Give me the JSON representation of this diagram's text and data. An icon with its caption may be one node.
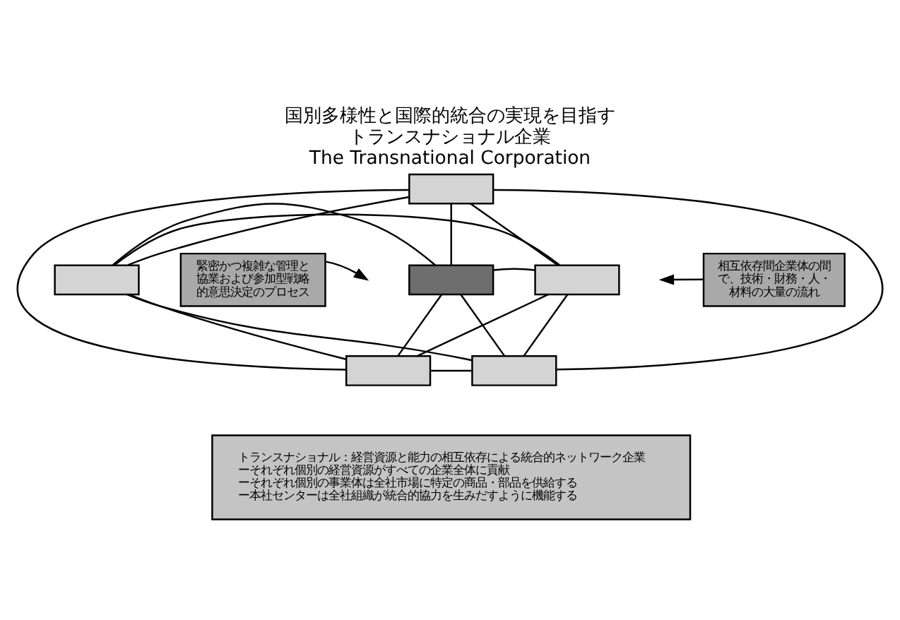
{
  "diagram": {
    "title": "国別多様性と国際的統合の実現を目指すトランスナショナル企業 The Transnational Corporation",
    "nodes": [
      {
        "text": [],
        "shape": "box"
      },
      {
        "text": [],
        "shape": "box"
      },
      {
        "text": [],
        "shape": "box"
      },
      {
        "text": [],
        "shape": "box"
      },
      {
        "text": [],
        "shape": "box"
      },
      {
        "text": [],
        "shape": "box"
      },
      {
        "text": [
          "緊密かつ複雑な管理と協業および参加型戦略的意思決定のプロセス"
        ]
      },
      {
        "text": [
          "相互依存間企業体の間で、技術・財務・人・材料の大量の流れ"
        ]
      },
      {
        "text": [
          "トランスナショナル：経営資源と能力の相互依存による統合的ネットワーク企業",
          "ーそれぞれ個別の経営資源がすべての企業全体に貢献",
          "ーそれぞれ個別の事業体は全社市場に特定の商品・部品を供給する",
          "ー本社センターは全社組織が統合的協力を生みだすように機能する"
        ]
      }
    ],
    "edges": [
      {
        "from": 0,
        "to": 1,
        "arrow": "none"
      },
      {
        "from": 0,
        "to": 2,
        "arrow": "none"
      },
      {
        "from": 0,
        "to": 3,
        "arrow": "none"
      },
      {
        "from": 0,
        "to": 4,
        "arrow": "none"
      },
      {
        "from": 0,
        "to": 5,
        "arrow": "none"
      },
      {
        "from": 1,
        "to": 2,
        "arrow": "none"
      },
      {
        "from": 1,
        "to": 3,
        "arrow": "none"
      },
      {
        "from": 1,
        "to": 4,
        "arrow": "none"
      },
      {
        "from": 1,
        "to": 5,
        "arrow": "none"
      },
      {
        "from": 2,
        "to": 3,
        "arrow": "none"
      },
      {
        "from": 2,
        "to": 4,
        "arrow": "none"
      },
      {
        "from": 2,
        "to": 5,
        "arrow": "none"
      },
      {
        "from": 3,
        "to": 4,
        "arrow": "none"
      },
      {
        "from": 3,
        "to": 5,
        "arrow": "none"
      },
      {
        "from": 4,
        "to": 5,
        "arrow": "none"
      },
      {
        "from": 6,
        "to": null,
        "arrow": "to"
      },
      {
        "from": 7,
        "to": null,
        "arrow": "to"
      }
    ]
  }
}
